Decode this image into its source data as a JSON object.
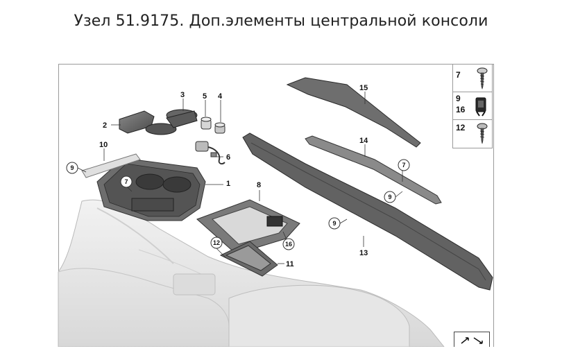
{
  "title": "Узел 51.9175. Доп.элементы центральной консоли",
  "callouts": {
    "c1": "1",
    "c2": "2",
    "c3": "3",
    "c4": "4",
    "c5": "5",
    "c6": "6",
    "c8": "8",
    "c10": "10",
    "c11": "11",
    "c13": "13",
    "c14": "14",
    "c15": "15",
    "circled_9a": "9",
    "circled_9b": "9",
    "circled_9c": "9",
    "circled_7a": "7",
    "circled_7b": "7",
    "circled_12": "12",
    "circled_16": "16"
  },
  "legend": {
    "row1": "7",
    "row2a": "9",
    "row2b": "16",
    "row3": "12"
  },
  "icons": [
    "screw-icon",
    "clip-icon",
    "screw-icon",
    "rotate-arrows-icon"
  ]
}
